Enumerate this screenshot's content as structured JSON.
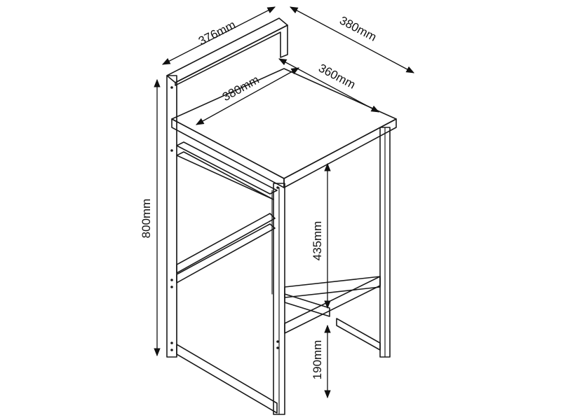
{
  "dimensions": {
    "top_left_width": "376mm",
    "top_right_depth": "380mm",
    "seat_width": "380mm",
    "seat_depth": "360mm",
    "total_height": "800mm",
    "seat_to_footrest": "435mm",
    "footrest_height": "190mm"
  }
}
